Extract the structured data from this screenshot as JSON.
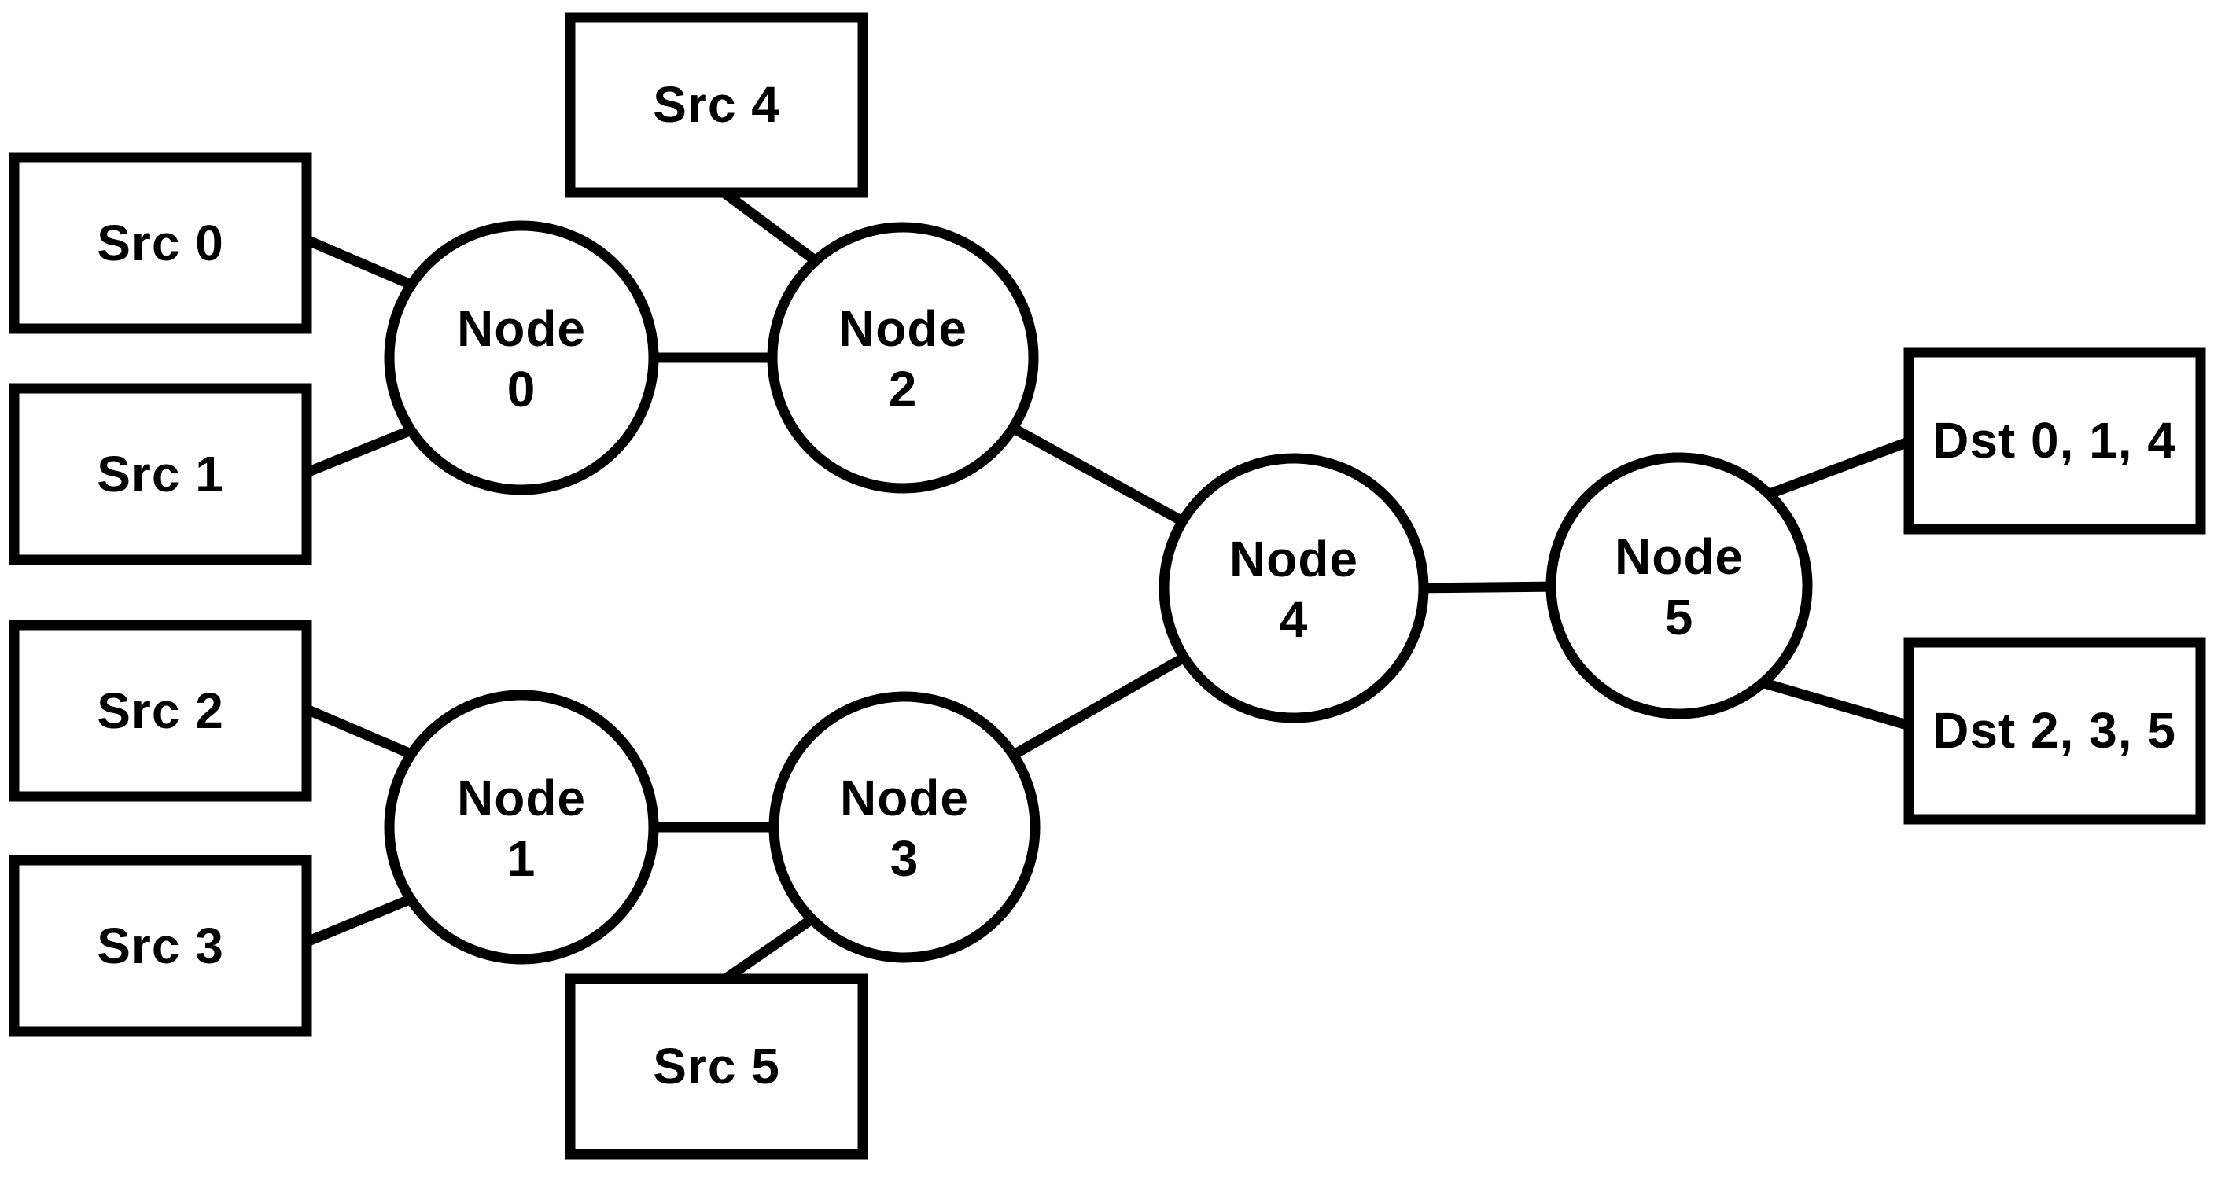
{
  "colors": {
    "stroke": "#000000",
    "background": "#ffffff",
    "text": "#000000"
  },
  "sources": [
    {
      "label": "Src 0"
    },
    {
      "label": "Src 1"
    },
    {
      "label": "Src 2"
    },
    {
      "label": "Src 3"
    },
    {
      "label": "Src 4"
    },
    {
      "label": "Src 5"
    }
  ],
  "destinations": [
    {
      "label": "Dst 0, 1, 4"
    },
    {
      "label": "Dst 2, 3, 5"
    }
  ],
  "nodes": [
    {
      "word": "Node",
      "number": "0"
    },
    {
      "word": "Node",
      "number": "1"
    },
    {
      "word": "Node",
      "number": "2"
    },
    {
      "word": "Node",
      "number": "3"
    },
    {
      "word": "Node",
      "number": "4"
    },
    {
      "word": "Node",
      "number": "5"
    }
  ],
  "edges": [
    {
      "from": "Src 0",
      "to": "Node 0"
    },
    {
      "from": "Src 1",
      "to": "Node 0"
    },
    {
      "from": "Src 2",
      "to": "Node 1"
    },
    {
      "from": "Src 3",
      "to": "Node 1"
    },
    {
      "from": "Src 4",
      "to": "Node 2"
    },
    {
      "from": "Src 5",
      "to": "Node 3"
    },
    {
      "from": "Node 0",
      "to": "Node 2"
    },
    {
      "from": "Node 1",
      "to": "Node 3"
    },
    {
      "from": "Node 2",
      "to": "Node 4"
    },
    {
      "from": "Node 3",
      "to": "Node 4"
    },
    {
      "from": "Node 4",
      "to": "Node 5"
    },
    {
      "from": "Node 5",
      "to": "Dst 0, 1, 4"
    },
    {
      "from": "Node 5",
      "to": "Dst 2, 3, 5"
    }
  ]
}
